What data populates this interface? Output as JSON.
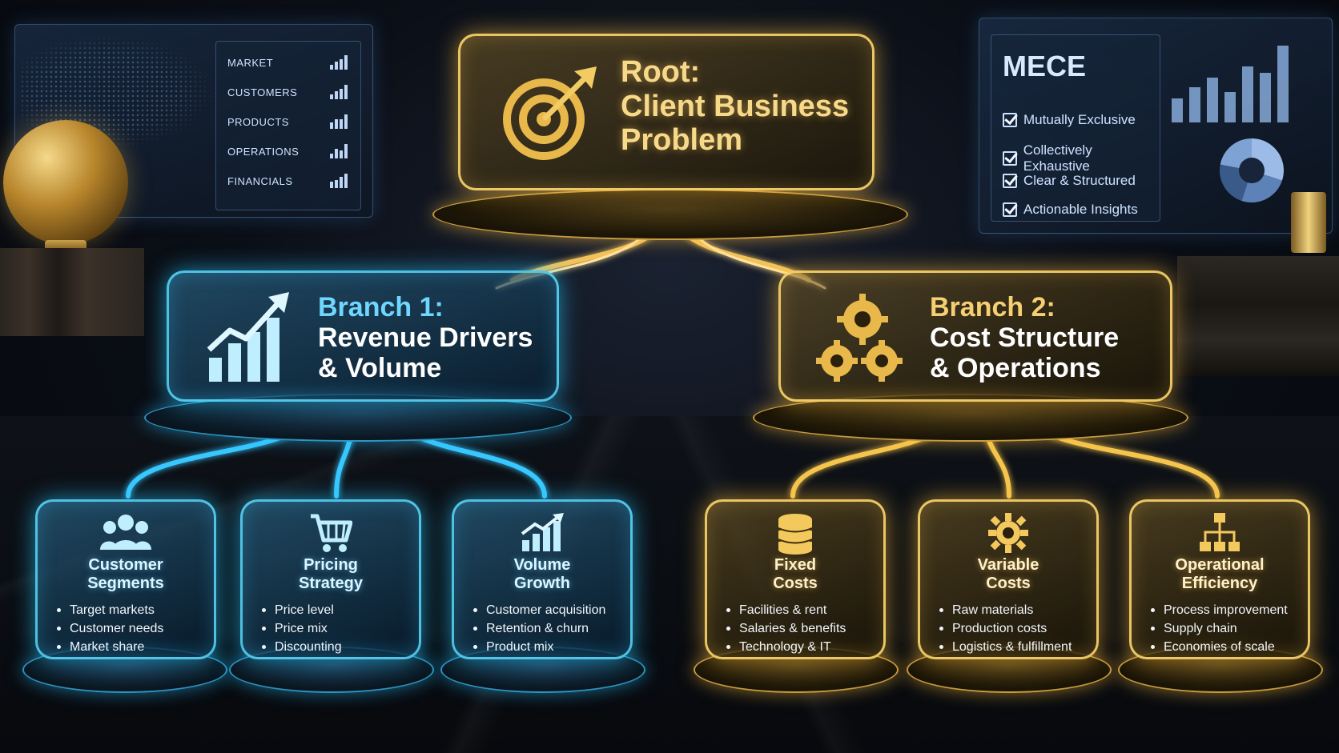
{
  "left_screen": {
    "items": [
      "MARKET",
      "CUSTOMERS",
      "PRODUCTS",
      "OPERATIONS",
      "FINANCIALS"
    ]
  },
  "right_screen": {
    "title": "MECE",
    "items": [
      "Mutually Exclusive",
      "Collectively Exhaustive",
      "Clear & Structured",
      "Actionable Insights"
    ]
  },
  "root": {
    "line1": "Root:",
    "line2": "Client Business",
    "line3": "Problem",
    "icon": "target-arrow-icon"
  },
  "branch1": {
    "line1": "Branch 1:",
    "line2": "Revenue Drivers",
    "line3": "& Volume",
    "icon": "growth-chart-icon",
    "color": "#4fd3ff",
    "leaves": [
      {
        "title1": "Customer",
        "title2": "Segments",
        "icon": "people-icon",
        "bullets": [
          "Target markets",
          "Customer needs",
          "Market share"
        ]
      },
      {
        "title1": "Pricing",
        "title2": "Strategy",
        "icon": "shopping-cart-icon",
        "bullets": [
          "Price level",
          "Price mix",
          "Discounting"
        ]
      },
      {
        "title1": "Volume",
        "title2": "Growth",
        "icon": "bar-growth-icon",
        "bullets": [
          "Customer acquisition",
          "Retention & churn",
          "Product mix"
        ]
      }
    ]
  },
  "branch2": {
    "line1": "Branch 2:",
    "line2": "Cost Structure",
    "line3": "& Operations",
    "icon": "gears-icon",
    "color": "#f5c54e",
    "leaves": [
      {
        "title1": "Fixed",
        "title2": "Costs",
        "icon": "database-stack-icon",
        "bullets": [
          "Facilities & rent",
          "Salaries & benefits",
          "Technology & IT"
        ]
      },
      {
        "title1": "Variable",
        "title2": "Costs",
        "icon": "gear-icon",
        "bullets": [
          "Raw materials",
          "Production costs",
          "Logistics & fulfillment"
        ]
      },
      {
        "title1": "Operational",
        "title2": "Efficiency",
        "icon": "org-hierarchy-icon",
        "bullets": [
          "Process improvement",
          "Supply chain",
          "Economies of scale"
        ]
      }
    ]
  }
}
